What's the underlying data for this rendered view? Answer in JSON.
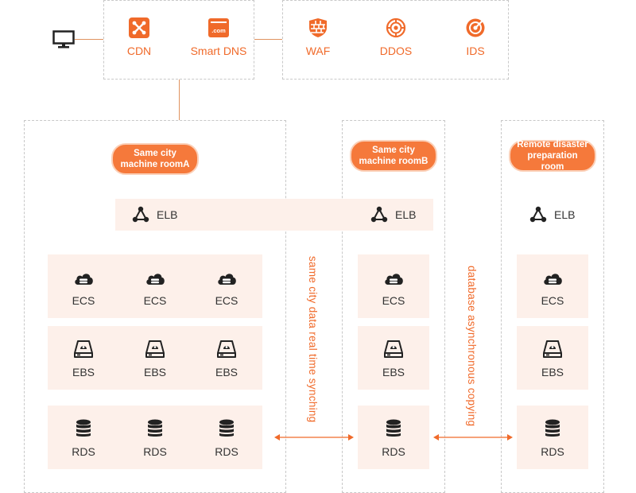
{
  "colors": {
    "accent": "#f06a2a",
    "pill": "#f5793b",
    "band": "#fdf0ea",
    "text": "#333333"
  },
  "top_services": [
    {
      "label": "CDN",
      "icon": "cdn-icon"
    },
    {
      "label": "Smart DNS",
      "icon": "dns-icon"
    }
  ],
  "security_services": [
    {
      "label": "WAF",
      "icon": "firewall-icon"
    },
    {
      "label": "DDOS",
      "icon": "ddos-icon"
    },
    {
      "label": "IDS",
      "icon": "ids-icon"
    }
  ],
  "client_icon": "monitor-icon",
  "rooms": {
    "a": {
      "title": "Same city machine roomA"
    },
    "b": {
      "title": "Same city machine roomB"
    },
    "c": {
      "title": "Remote disaster preparation room"
    }
  },
  "elb_label": "ELB",
  "resources": {
    "ecs": "ECS",
    "ebs": "EBS",
    "rds": "RDS"
  },
  "links": {
    "sync": "same city data real time synching",
    "async": "database asynchronous copying"
  }
}
